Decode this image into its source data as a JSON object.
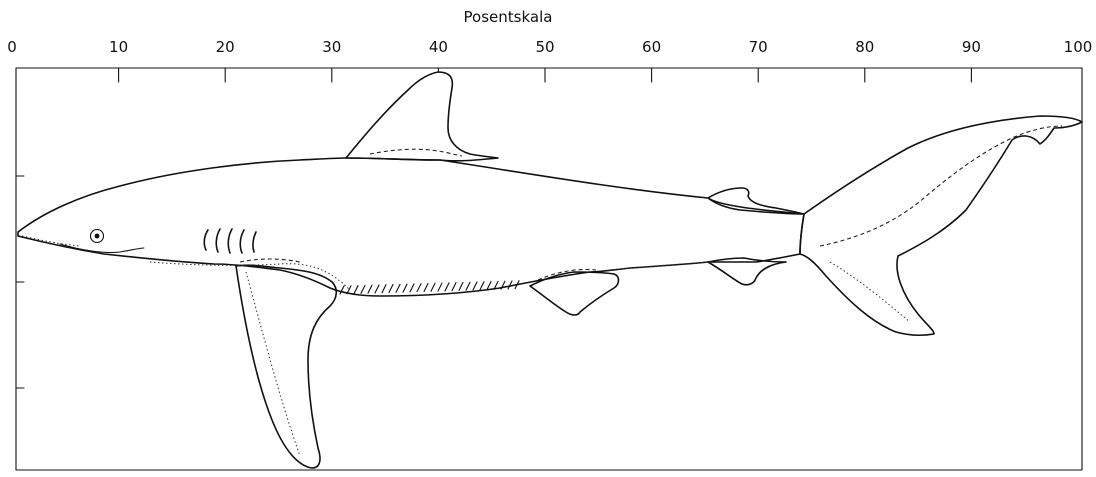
{
  "title": "Posentskala",
  "scale": {
    "min": 0,
    "max": 100,
    "major_ticks": [
      0,
      10,
      20,
      30,
      40,
      50,
      60,
      70,
      80,
      90,
      100
    ],
    "labels": [
      "0",
      "10",
      "20",
      "30",
      "40",
      "50",
      "60",
      "70",
      "80",
      "90",
      "100"
    ]
  },
  "colors": {
    "ink": "#111111",
    "background": "#ffffff"
  }
}
